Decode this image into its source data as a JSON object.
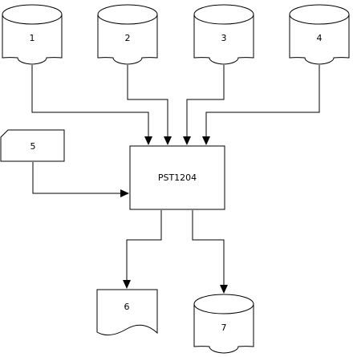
{
  "diagram": {
    "nodes": {
      "n1": {
        "label": "1",
        "shape": "cylinder"
      },
      "n2": {
        "label": "2",
        "shape": "cylinder"
      },
      "n3": {
        "label": "3",
        "shape": "cylinder"
      },
      "n4": {
        "label": "4",
        "shape": "cylinder"
      },
      "n5": {
        "label": "5",
        "shape": "card"
      },
      "process": {
        "label": "PST1204",
        "shape": "process-box"
      },
      "n6": {
        "label": "6",
        "shape": "document"
      },
      "n7": {
        "label": "7",
        "shape": "cylinder"
      }
    },
    "edges": [
      {
        "from": "1",
        "to": "PST1204"
      },
      {
        "from": "2",
        "to": "PST1204"
      },
      {
        "from": "3",
        "to": "PST1204"
      },
      {
        "from": "4",
        "to": "PST1204"
      },
      {
        "from": "5",
        "to": "PST1204"
      },
      {
        "from": "PST1204",
        "to": "6"
      },
      {
        "from": "PST1204",
        "to": "7"
      }
    ],
    "colors": {
      "stroke": "#000000",
      "fill": "#ffffff",
      "background": "#ffffff"
    }
  }
}
